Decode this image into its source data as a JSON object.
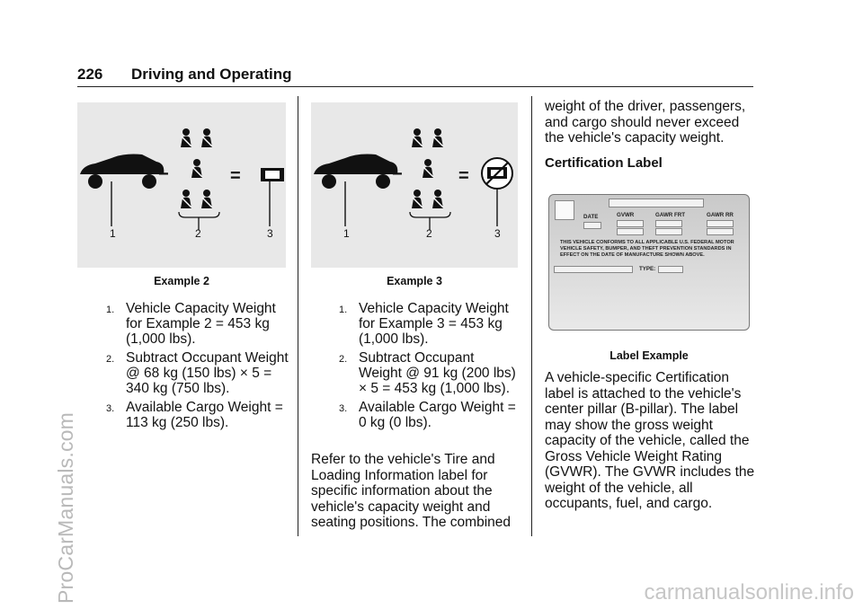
{
  "header": {
    "page_number": "226",
    "title": "Driving and Operating"
  },
  "watermarks": {
    "side": "ProCarManuals.com",
    "bottom": "carmanualsonline.info"
  },
  "figures": {
    "example2": {
      "caption": "Example 2",
      "callouts": [
        "1",
        "2",
        "3"
      ],
      "minus": "−",
      "equals": "="
    },
    "example3": {
      "caption": "Example 3",
      "callouts": [
        "1",
        "2",
        "3"
      ],
      "minus": "−",
      "equals": "="
    },
    "label_example": {
      "caption": "Label Example",
      "fields": {
        "date": "DATE",
        "gvwr": "GVWR",
        "gawr_frt": "GAWR FRT",
        "gawr_rr": "GAWR RR",
        "type": "TYPE:"
      },
      "statement": [
        "THIS VEHICLE CONFORMS TO ALL APPLICABLE U.S. FEDERAL MOTOR",
        "VEHICLE SAFETY, BUMPER, AND THEFT PREVENTION STANDARDS IN",
        "EFFECT ON THE DATE OF MANUFACTURE SHOWN ABOVE."
      ]
    }
  },
  "column1": {
    "steps": [
      {
        "num": "1.",
        "text": "Vehicle Capacity Weight for Example 2 = 453 kg (1,000 lbs)."
      },
      {
        "num": "2.",
        "text": "Subtract Occupant Weight @ 68 kg (150 lbs) × 5 = 340 kg (750 lbs)."
      },
      {
        "num": "3.",
        "text": "Available Cargo Weight = 113 kg (250 lbs)."
      }
    ]
  },
  "column2": {
    "steps": [
      {
        "num": "1.",
        "text": "Vehicle Capacity Weight for Example 3 = 453 kg (1,000 lbs)."
      },
      {
        "num": "2.",
        "text": "Subtract Occupant Weight @ 91 kg (200 lbs) × 5 = 453 kg (1,000 lbs)."
      },
      {
        "num": "3.",
        "text": "Available Cargo Weight = 0 kg (0 lbs)."
      }
    ],
    "paragraph": "Refer to the vehicle's Tire and Loading Information label for specific information about the vehicle's capacity weight and seating positions. The combined"
  },
  "column3": {
    "continuation": "weight of the driver, passengers, and cargo should never exceed the vehicle's capacity weight.",
    "subheading": "Certification Label",
    "paragraph": "A vehicle-specific Certification label is attached to the vehicle's center pillar (B-pillar). The label may show the gross weight capacity of the vehicle, called the Gross Vehicle Weight Rating (GVWR). The GVWR includes the weight of the vehicle, all occupants, fuel, and cargo."
  }
}
